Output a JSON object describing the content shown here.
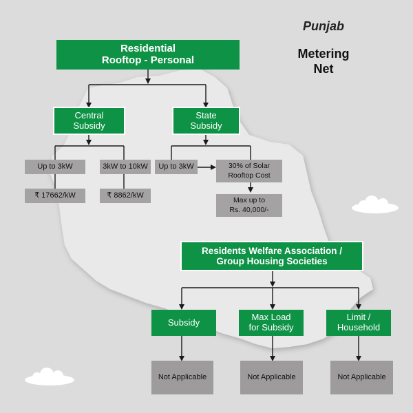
{
  "header": {
    "state": "Punjab",
    "metering_line1": "Metering",
    "metering_line2": "Net"
  },
  "residential": {
    "title_line1": "Residential",
    "title_line2": "Rooftop - Personal",
    "central": {
      "label_line1": "Central",
      "label_line2": "Subsidy",
      "tiers": [
        {
          "range": "Up to 3kW",
          "amount": "₹ 17662/kW"
        },
        {
          "range": "3kW to 10kW",
          "amount": "₹ 8862/kW"
        }
      ]
    },
    "state": {
      "label_line1": "State",
      "label_line2": "Subsidy",
      "range": "Up to 3kW",
      "benefit_line1": "30% of Solar",
      "benefit_line2": "Rooftop Cost",
      "cap_line1": "Max up to",
      "cap_line2": "Rs. 40,000/-"
    }
  },
  "rwa": {
    "title_line1": "Residents Welfare Association /",
    "title_line2": "Group Housing Societies",
    "columns": [
      {
        "label_line1": "Subsidy",
        "label_line2": "",
        "value": "Not Applicable"
      },
      {
        "label_line1": "Max Load",
        "label_line2": "for Subsidy",
        "value": "Not Applicable"
      },
      {
        "label_line1": "Limit /",
        "label_line2": "Household",
        "value": "Not Applicable"
      }
    ]
  },
  "colors": {
    "background": "#dcdcdc",
    "map": "#e9e9e9",
    "accent_green": "#0e9246",
    "value_box": "#a4a2a3",
    "connector": "#1a1a1a"
  }
}
